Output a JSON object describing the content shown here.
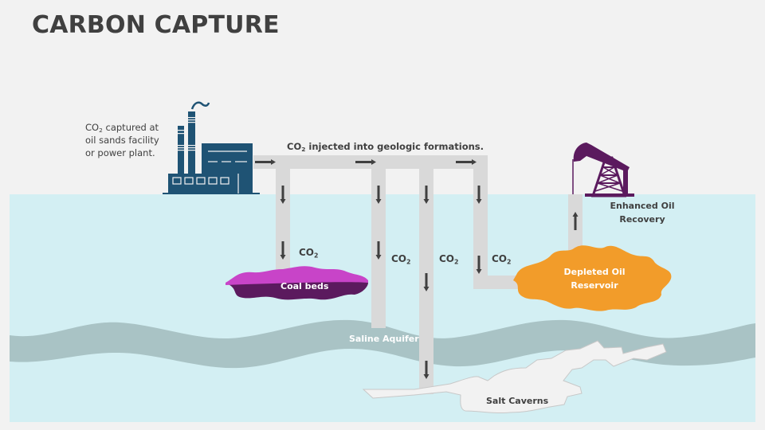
{
  "title": "CARBON CAPTURE",
  "capture_note": {
    "prefix": "CO",
    "sub": "2",
    "line1_rest": " captured at",
    "line2": "oil sands facility",
    "line3": "or power plant."
  },
  "injection_note": {
    "prefix": "CO",
    "sub": "2",
    "rest": " injected into geologic formations."
  },
  "co2_labels": [
    {
      "prefix": "CO",
      "sub": "2"
    },
    {
      "prefix": "CO",
      "sub": "2"
    },
    {
      "prefix": "CO",
      "sub": "2"
    },
    {
      "prefix": "CO",
      "sub": "2"
    }
  ],
  "formations": {
    "coal_beds": "Coal beds",
    "saline_aquifer": "Saline Aquifer",
    "salt_caverns": "Salt Caverns",
    "depleted_oil_line1": "Depleted Oil",
    "depleted_oil_line2": "Reservoir"
  },
  "enhanced_oil": {
    "line1": "Enhanced Oil",
    "line2": "Recovery"
  },
  "icons": {
    "factory": "factory-icon",
    "pumpjack": "oil-pumpjack-icon",
    "arrow": "arrow-icon"
  },
  "colors": {
    "background": "#f2f2f2",
    "underground": "#d3eff3",
    "aquifer": "#a9c3c5",
    "pipe": "#d9d9d9",
    "arrow": "#404040",
    "factory": "#1f5374",
    "pumpjack": "#5b1a5e",
    "coal_top": "#c844c8",
    "coal_bottom": "#5b1a5e",
    "oil_reservoir": "#f29c2a",
    "salt_caverns": "#f2f2f2",
    "title_text": "#404040"
  }
}
